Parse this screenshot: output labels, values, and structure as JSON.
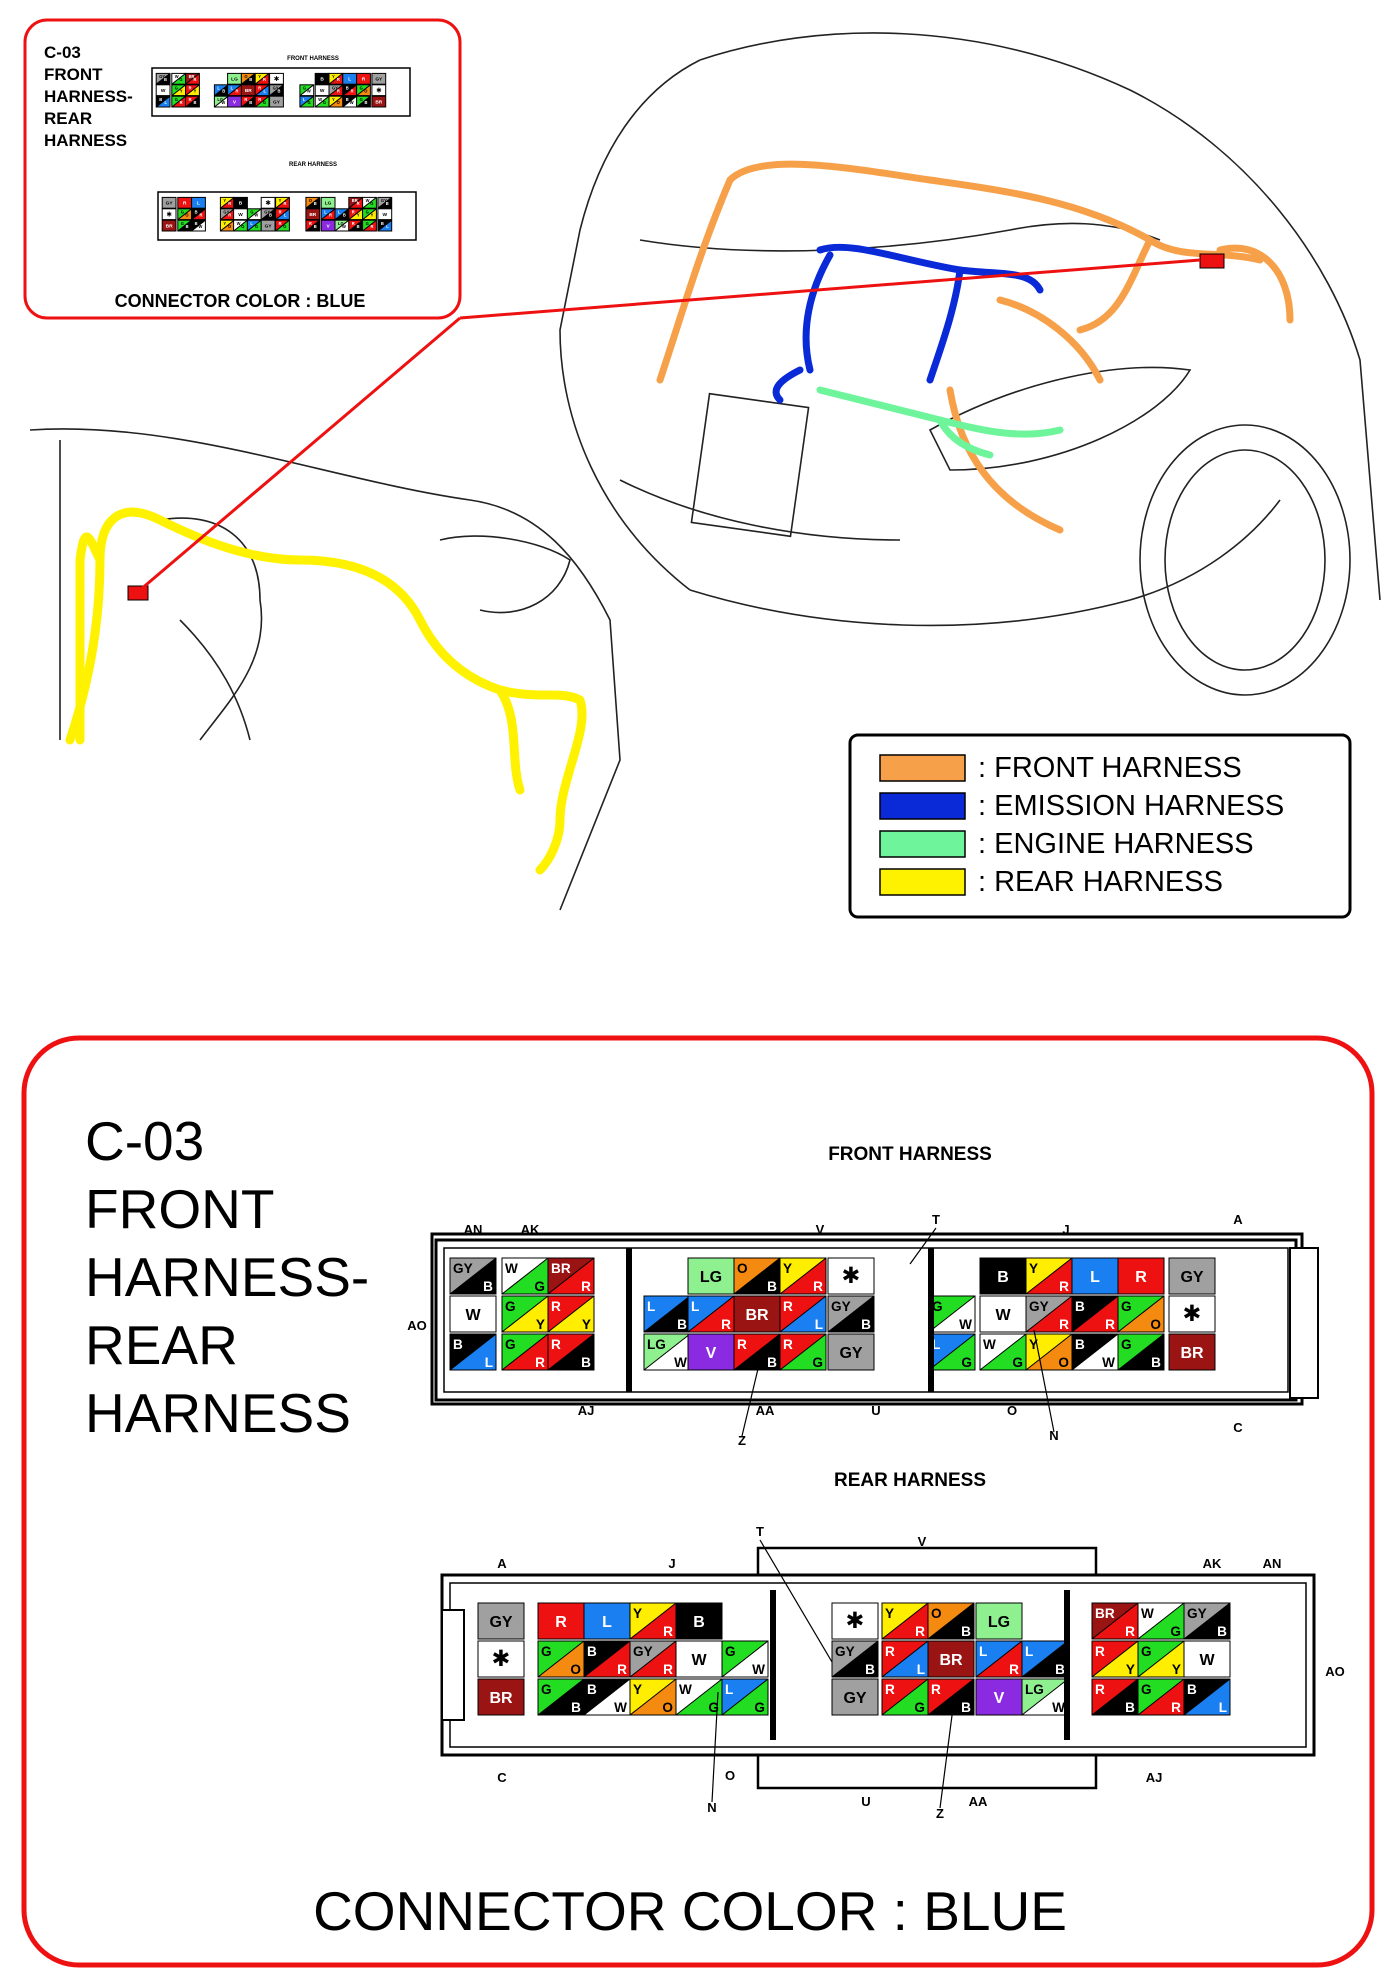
{
  "inset": {
    "title_lines": [
      "C-03",
      "FRONT",
      "HARNESS-",
      "REAR",
      "HARNESS"
    ],
    "front_label": "FRONT HARNESS",
    "rear_label": "REAR HARNESS",
    "connector_color": "CONNECTOR COLOR : BLUE"
  },
  "legend": [
    {
      "color": "#f7a04a",
      "label": ": FRONT HARNESS"
    },
    {
      "color": "#0a2ad8",
      "label": ": EMISSION HARNESS"
    },
    {
      "color": "#6ef59c",
      "label": ": ENGINE HARNESS"
    },
    {
      "color": "#fff200",
      "label": ": REAR HARNESS"
    }
  ],
  "detail": {
    "title_lines": [
      "C-03",
      "FRONT",
      "HARNESS-",
      "REAR",
      "HARNESS"
    ],
    "front_label": "FRONT HARNESS",
    "rear_label": "REAR HARNESS",
    "connector_color": "CONNECTOR COLOR : BLUE"
  },
  "wire_colors": {
    "B": "#000000",
    "W": "#ffffff",
    "R": "#ee1111",
    "G": "#22dd22",
    "Y": "#ffee00",
    "L": "#1a7ff0",
    "O": "#f58a10",
    "GY": "#a0a0a0",
    "LG": "#8ef08e",
    "BR": "#9a1414",
    "V": "#8a2be2"
  },
  "front_connector": {
    "labels": {
      "AN": "AN",
      "AK": "AK",
      "V": "V",
      "T": "T",
      "J": "J",
      "A": "A",
      "AO": "AO",
      "AJ": "AJ",
      "AA": "AA",
      "U": "U",
      "O": "O",
      "C": "C",
      "Z": "Z",
      "N": "N"
    },
    "rows": [
      [
        "GY/B",
        "W/G",
        "BR/R",
        "",
        "LG",
        "O/B",
        "Y/R",
        "*",
        "",
        "B",
        "Y/R",
        "L",
        "R",
        "GY"
      ],
      [
        "W",
        "G/Y",
        "R/Y",
        "L/B",
        "L/R",
        "BR",
        "R/L",
        "GY/B",
        "G/W",
        "W",
        "GY/R",
        "B/R",
        "G/O",
        "*"
      ],
      [
        "B/L",
        "G/R",
        "R/B",
        "LG/W",
        "V",
        "R/B",
        "R/G",
        "GY",
        "L/G",
        "W/G",
        "Y/O",
        "B/W",
        "G/B",
        "BR"
      ]
    ]
  },
  "rear_connector": {
    "labels": {
      "A": "A",
      "J": "J",
      "T": "T",
      "V": "V",
      "AK": "AK",
      "AN": "AN",
      "AO": "AO",
      "C": "C",
      "O": "O",
      "N": "N",
      "U": "U",
      "Z": "Z",
      "AA": "AA",
      "AJ": "AJ"
    },
    "rows": [
      [
        "GY",
        "R",
        "L",
        "Y/R",
        "B",
        "",
        "*",
        "Y/R",
        "O/B",
        "LG",
        "",
        "BR/R",
        "W/G",
        "GY/B"
      ],
      [
        "*",
        "G/O",
        "B/R",
        "GY/R",
        "W",
        "G/W",
        "GY/B",
        "R/L",
        "BR",
        "L/R",
        "L/B",
        "R/Y",
        "G/Y",
        "W"
      ],
      [
        "BR",
        "G/B",
        "B/W",
        "Y/O",
        "W/G",
        "L/G",
        "GY",
        "R/G",
        "R/B",
        "V",
        "LG/W",
        "R/B",
        "G/R",
        "B/L"
      ]
    ]
  }
}
